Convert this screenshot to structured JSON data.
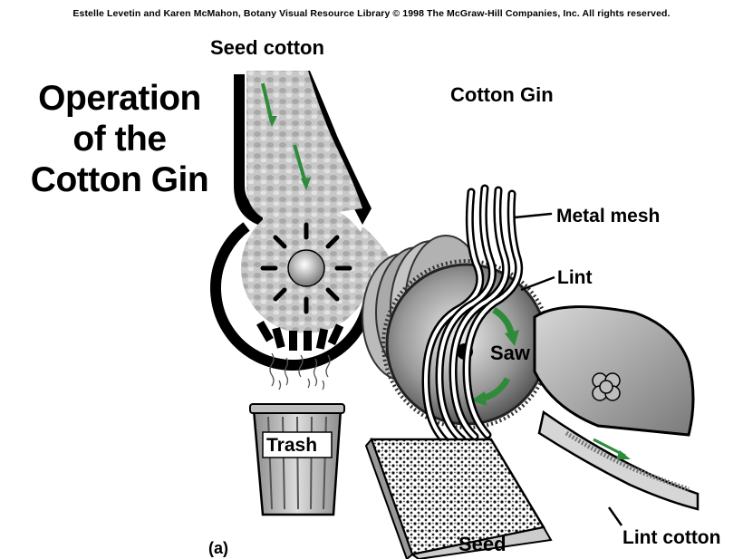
{
  "credit": "Estelle Levetin and Karen McMahon, Botany Visual Resource Library © 1998 The McGraw-Hill Companies, Inc. All rights reserved.",
  "title_lines": [
    "Operation",
    "of the",
    "Cotton Gin"
  ],
  "labels": {
    "seed_cotton": "Seed cotton",
    "cotton_gin": "Cotton Gin",
    "metal_mesh": "Metal mesh",
    "lint": "Lint",
    "saw": "Saw",
    "trash": "Trash",
    "seed": "Seed",
    "lint_cotton": "Lint cotton",
    "panel": "(a)"
  },
  "colors": {
    "ink": "#000000",
    "cotton_fill": "#bdbdbd",
    "arrow_green": "#2e8b3a",
    "metal_gray": "#8a8a8a",
    "paper": "#ffffff"
  }
}
